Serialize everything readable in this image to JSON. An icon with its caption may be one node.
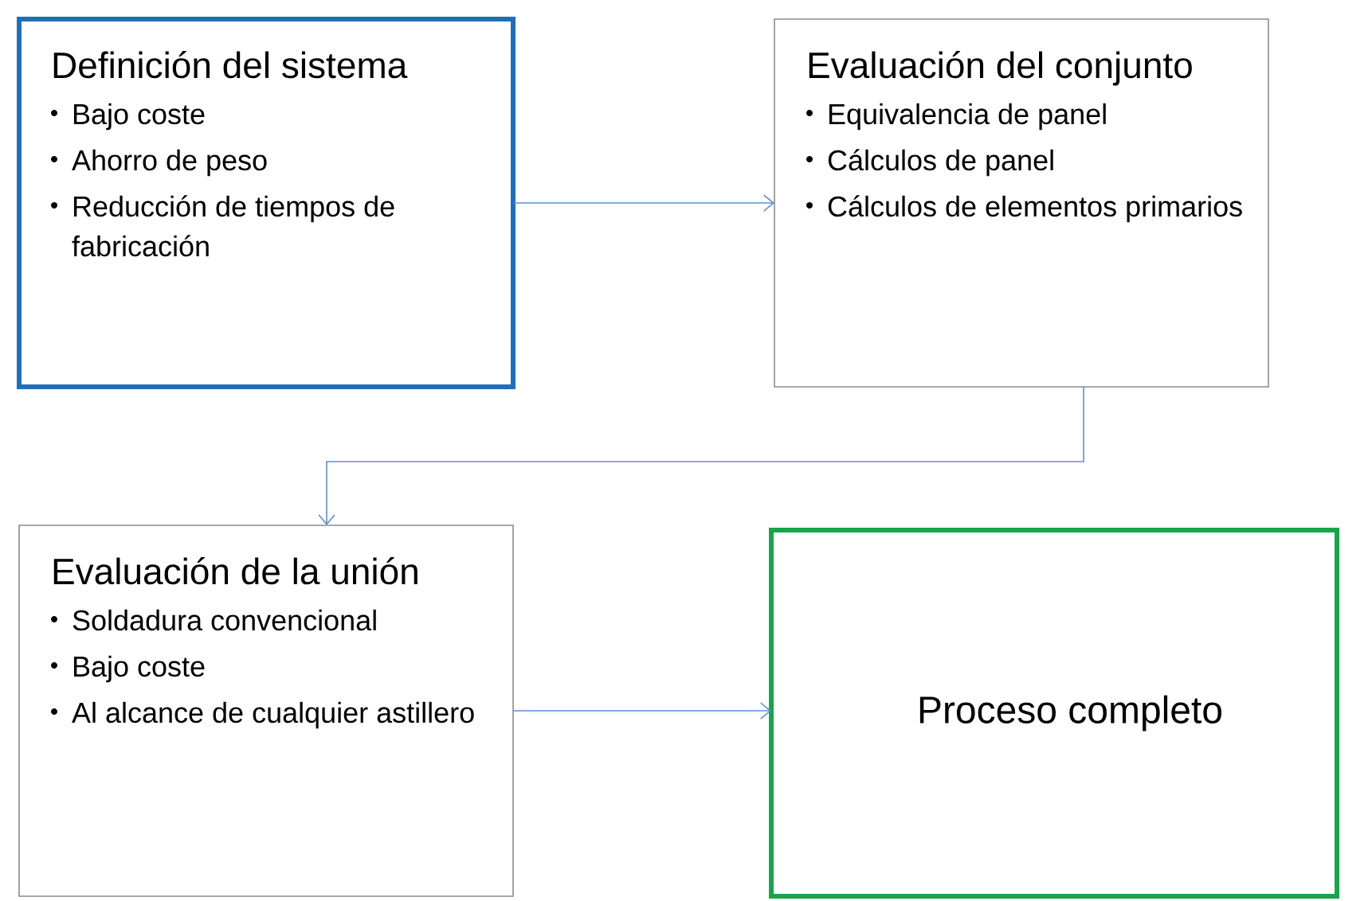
{
  "diagram": {
    "nodes": [
      {
        "text": [
          "Definición del sistema",
          "Bajo coste",
          "Ahorro de peso",
          "Reducción de tiempos de fabricación"
        ]
      },
      {
        "text": [
          "Evaluación del conjunto",
          "Equivalencia de panel",
          "Cálculos de panel",
          "Cálculos de elementos primarios"
        ]
      },
      {
        "text": [
          "Evaluación de la unión",
          "Soldadura convencional",
          "Bajo coste",
          "Al alcance de cualquier astillero"
        ]
      },
      {
        "text": [
          "Proceso completo"
        ]
      }
    ],
    "edges": [
      {
        "from": 0,
        "to": 1,
        "arrow": "to"
      },
      {
        "from": 1,
        "to": 2,
        "arrow": "to"
      },
      {
        "from": 2,
        "to": 3,
        "arrow": "to"
      }
    ]
  }
}
